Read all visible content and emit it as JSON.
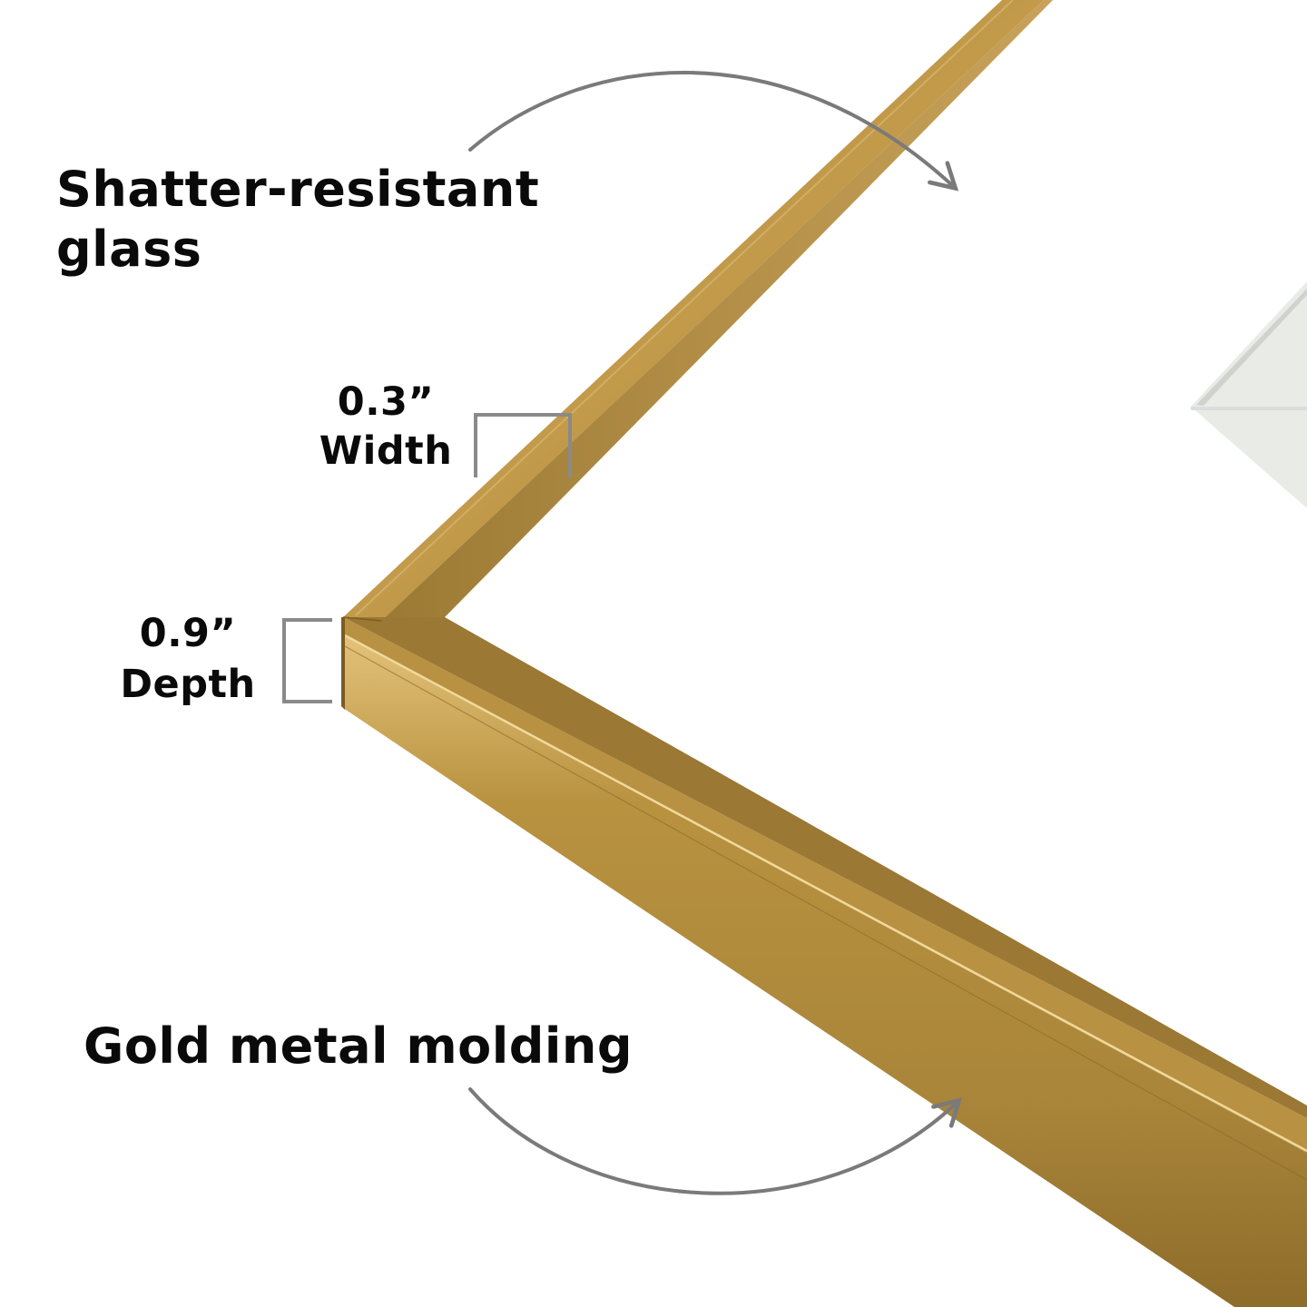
{
  "callouts": {
    "glass": {
      "line1": "Shatter-resistant",
      "line2": "glass"
    },
    "width": {
      "value": "0.3”",
      "label": "Width"
    },
    "depth": {
      "value": "0.9”",
      "label": "Depth"
    },
    "molding": {
      "text": "Gold metal molding"
    }
  },
  "colors": {
    "frame_gold": "#B8923F",
    "frame_gold_dark": "#8A6A2A",
    "frame_gold_light": "#D4B070",
    "arrow_gray": "#7A7A7A",
    "bracket_gray": "#8A8A8A",
    "text": "#0A0A0A",
    "background": "#FFFFFF"
  },
  "icons": [
    "curved-arrow-icon",
    "width-bracket-icon",
    "depth-bracket-icon"
  ]
}
